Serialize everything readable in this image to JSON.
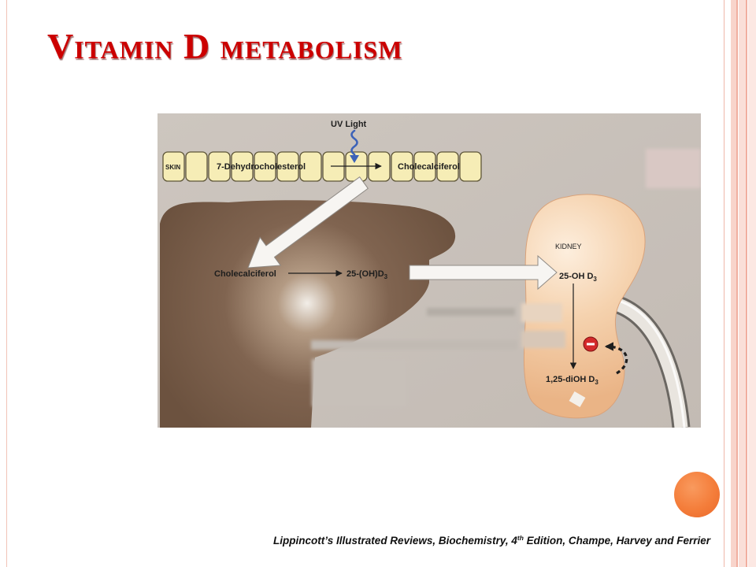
{
  "slide": {
    "title": "Vitamin D metabolism",
    "citation": {
      "before_sup": "Lippincott’s Illustrated Reviews, Biochemistry, 4",
      "sup": "th",
      "after_sup": " Edition, Champe, Harvey and Ferrier"
    }
  },
  "diagram": {
    "uv_light": "UV Light",
    "skin": {
      "label": "SKIN",
      "precursor": "7-Dehydrocholesterol",
      "product": "Cholecalciferol"
    },
    "liver": {
      "substrate": "Cholecalciferol",
      "product": {
        "base": "25-(OH)D",
        "sub": "3"
      }
    },
    "kidney": {
      "label": "KIDNEY",
      "substrate": {
        "base": "25-OH D",
        "sub": "3"
      },
      "product": {
        "base": "1,25-diOH D",
        "sub": "3"
      }
    }
  },
  "icons": {
    "uv": "wavy-arrow-icon",
    "inhibition": "minus-circle-icon"
  },
  "theme": {
    "title_color": "#cc0000",
    "accent_color": "#f47d3a",
    "liver_color": "#7d614b",
    "kidney_color": "#f5d2ae",
    "skin_cell_color": "#f6edb6",
    "uv_arrow_color": "#3d63b8",
    "inhibition_color": "#d42a2a"
  }
}
